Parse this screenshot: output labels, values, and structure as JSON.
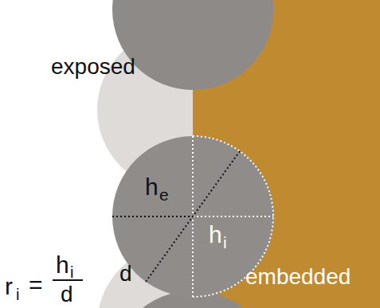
{
  "diagram": {
    "labels": [
      "exposed",
      "h",
      "e",
      "h",
      "i",
      "d",
      "embedded",
      "r",
      "i",
      "=",
      "h",
      "i",
      "d"
    ]
  }
}
